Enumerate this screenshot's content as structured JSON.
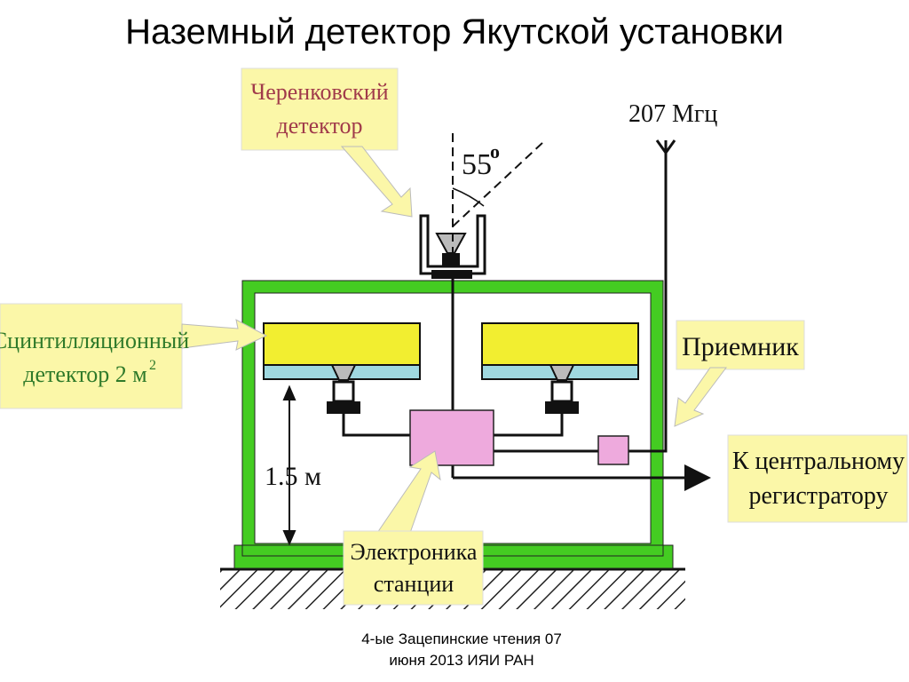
{
  "title": "Наземный детектор Якутской установки",
  "labels": {
    "cherenkov_line1": "Черенковский",
    "cherenkov_line2": "детектор",
    "angle": "55",
    "angle_unit": "о",
    "frequency": "207 Мгц",
    "scint_line1": "Сцинтилляционный",
    "scint_line2": "детектор 2 м",
    "scint_sup": "2",
    "receiver": "Приемник",
    "central_line1": "К центральному",
    "central_line2": "регистратору",
    "height": "1.5 м",
    "electronics_line1": "Электроника",
    "electronics_line2": "станции"
  },
  "footer": {
    "line1": "4-ые Зацепинские чтения 07",
    "line2": "июня 2013 ИЯИ РАН"
  },
  "colors": {
    "house_frame": "#44cc22",
    "scintillator": "#f2ee30",
    "scint_base": "#9fd8e0",
    "electronics": "#eeaadd",
    "callout_bg": "#fbf7a8",
    "callout_text_green": "#2f7a2a",
    "callout_text_red": "#a03a4a"
  }
}
